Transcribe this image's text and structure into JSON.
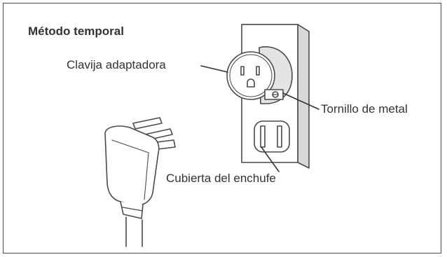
{
  "title": "Método temporal",
  "labels": {
    "adapter_plug": "Clavija adaptadora",
    "metal_screw": "Tornillo de metal",
    "outlet_cover": "Cubierta del enchufe"
  },
  "colors": {
    "line": "#4a4a4a",
    "fill": "#ffffff",
    "dark": "#333333"
  }
}
